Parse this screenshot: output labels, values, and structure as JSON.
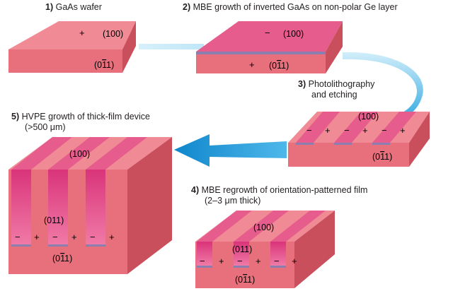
{
  "steps": [
    {
      "num": "1)",
      "text": "GaAs wafer"
    },
    {
      "num": "2)",
      "text": "MBE growth of inverted GaAs on non-polar Ge layer"
    },
    {
      "num": "3)",
      "text": "Photolithography",
      "text2": "and etching"
    },
    {
      "num": "4)",
      "text": "MBE regrowth of orientation-patterned film",
      "text2": "(2–3 μm thick)"
    },
    {
      "num": "5)",
      "text": "HVPE growth of thick-film device",
      "text2": "(>500 μm)"
    }
  ],
  "labels": {
    "plane_100": "(100)",
    "plane_011": "(011)",
    "plane_0-11_pre": "(0",
    "plane_0-11_bar": "1",
    "plane_0-11_post": "1)",
    "plus": "+",
    "minus": "−"
  },
  "colors": {
    "slab_top": "#f08a95",
    "slab_front": "#e8707c",
    "slab_side": "#c94f5c",
    "inverted_top": "#e65c8c",
    "inverted_front": "#cf3d73",
    "ge_layer": "#8a7fae",
    "arrow_light": "#bfe6f7",
    "arrow_blue": "#1a9ad8"
  }
}
